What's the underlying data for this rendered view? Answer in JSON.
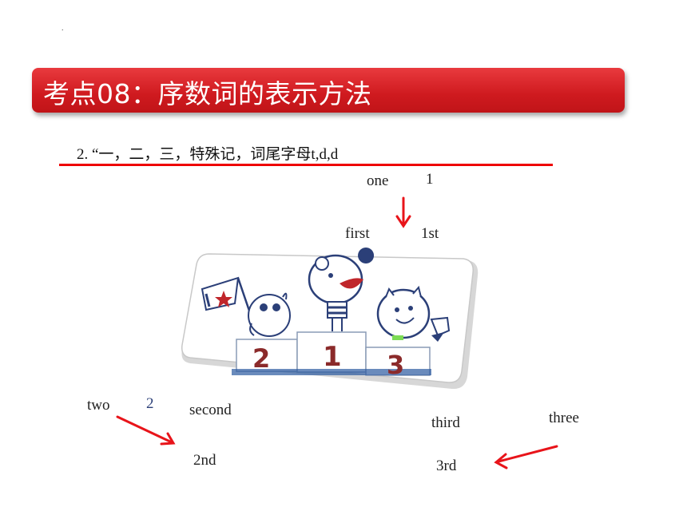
{
  "dot": ".",
  "banner": {
    "title": "考点08：序数词的表示方法"
  },
  "subtitle": "2. “一，二，三，特殊记，词尾字母t,d,d",
  "words": {
    "one": "one",
    "one_num": "1",
    "first": "first",
    "first_num": "1st",
    "two": "two",
    "two_num": "2",
    "second": "second",
    "second_num": "2nd",
    "third": "third",
    "three": "three",
    "third_num": "3rd"
  },
  "podium": {
    "labels": [
      "2",
      "1",
      "3"
    ]
  },
  "colors": {
    "banner": "#cf1a1f",
    "arrow": "#e8141a",
    "podium_number": "#8b2a2a"
  }
}
